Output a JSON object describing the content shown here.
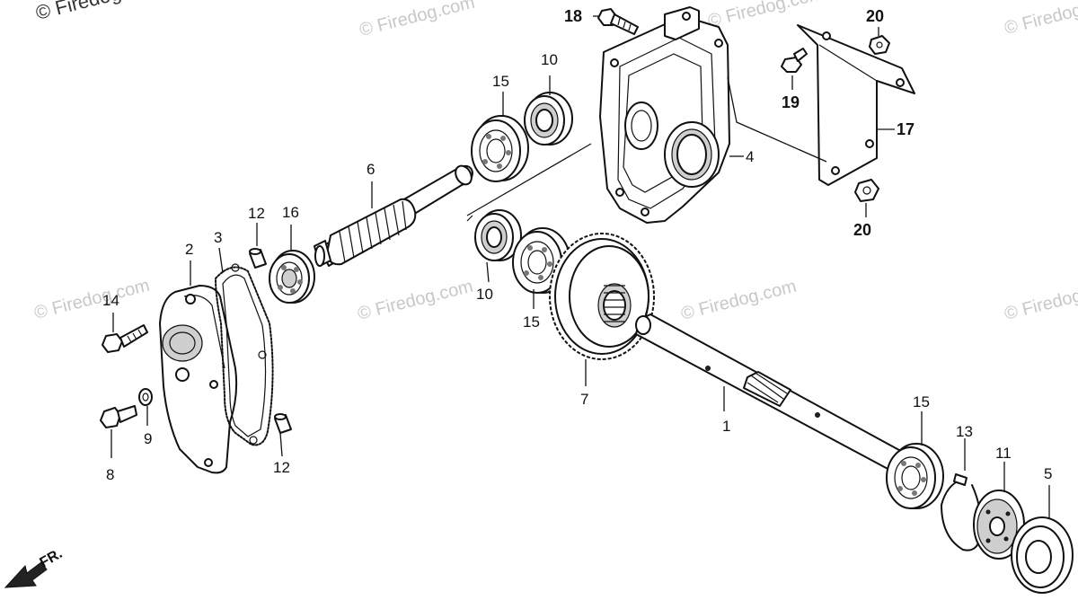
{
  "watermark": {
    "text": "© Firedog.com",
    "color": "#c8c8c8"
  },
  "direction_marker": "FR.",
  "callouts": {
    "p1": "1",
    "p2": "2",
    "p3": "3",
    "p4": "4",
    "p5": "5",
    "p6": "6",
    "p7": "7",
    "p8": "8",
    "p9": "9",
    "p10": "10",
    "p11": "11",
    "p12": "12",
    "p13": "13",
    "p14": "14",
    "p15": "15",
    "p16": "16",
    "p17": "17",
    "p18": "18",
    "p19": "19",
    "p20": "20"
  }
}
